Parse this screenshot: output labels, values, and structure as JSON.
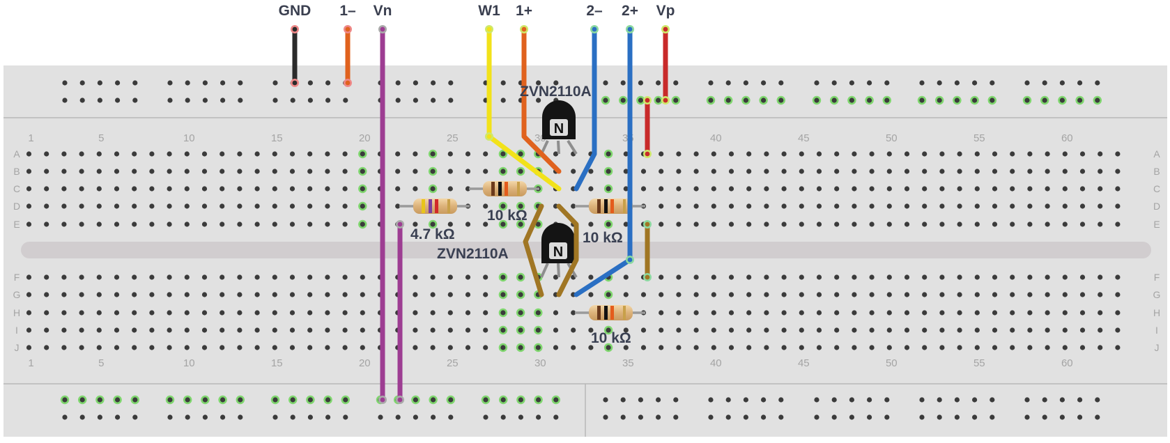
{
  "top_labels": [
    "GND",
    "1–",
    "Vn",
    "W1",
    "1+",
    "2–",
    "2+",
    "Vp"
  ],
  "column_numbers": [
    "1",
    "5",
    "10",
    "15",
    "20",
    "25",
    "30",
    "35",
    "40",
    "45",
    "50",
    "55",
    "60"
  ],
  "row_letters_top": [
    "A",
    "B",
    "C",
    "D",
    "E"
  ],
  "row_letters_bottom": [
    "F",
    "G",
    "H",
    "I",
    "J"
  ],
  "component_labels": {
    "transistor_top": "ZVN2110A",
    "transistor_bottom": "ZVN2110A",
    "transistor_glyph": "N",
    "resistor_r1": "4.7 kΩ",
    "resistor_r2": "10 kΩ",
    "resistor_r3": "10 kΩ",
    "resistor_r4": "10 kΩ"
  },
  "colors": {
    "board": "#e1e1e1",
    "wire_gnd": "#2b2b2b",
    "wire_1minus": "#e0621e",
    "wire_vn": "#9d3d92",
    "wire_w1": "#f2e21a",
    "wire_1plus": "#e0621e",
    "wire_2minus": "#2a6fc3",
    "wire_2plus": "#2a6fc3",
    "wire_vp": "#c82a2a",
    "wire_brown": "#a07624",
    "hole_active": "#7fd66e"
  }
}
